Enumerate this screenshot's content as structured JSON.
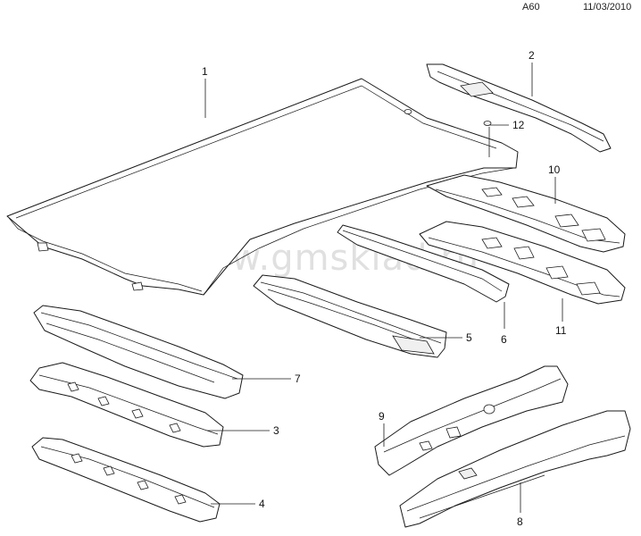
{
  "header": {
    "sheet_code": "A60",
    "date": "11/03/2010"
  },
  "watermark": "www.gmsklad.ru",
  "callouts": [
    "1",
    "2",
    "12",
    "10",
    "5",
    "6",
    "11",
    "7",
    "3",
    "4",
    "9",
    "8"
  ]
}
